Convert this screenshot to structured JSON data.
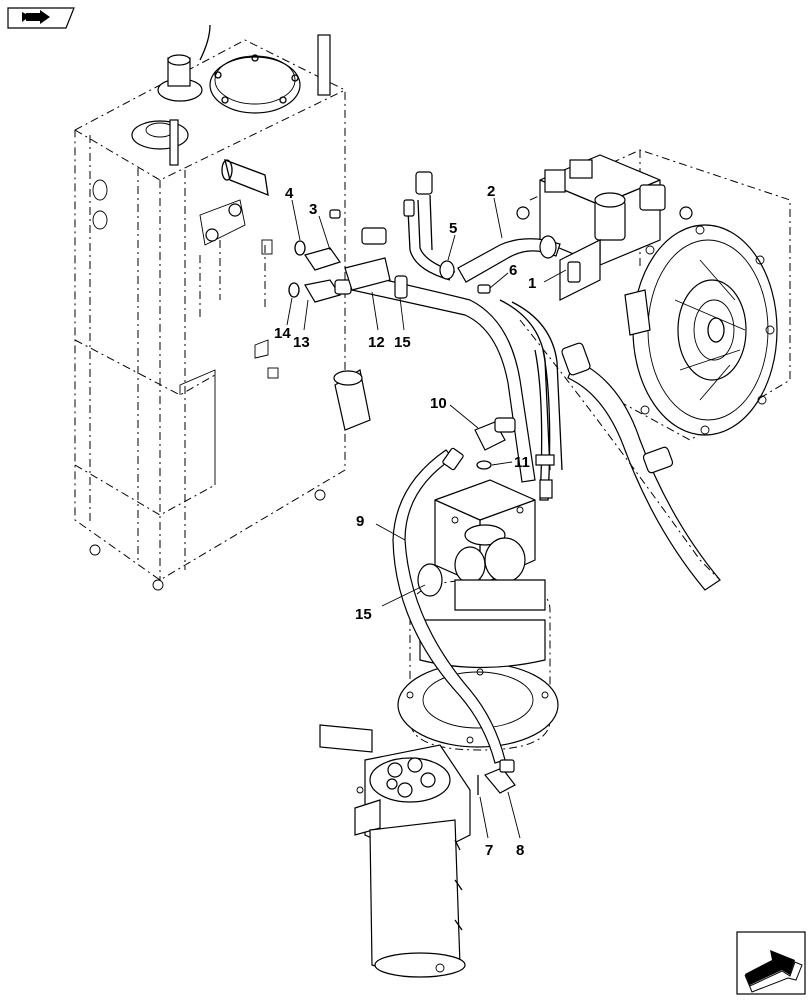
{
  "callouts": [
    {
      "id": "1",
      "text": "1"
    },
    {
      "id": "2",
      "text": "2"
    },
    {
      "id": "3",
      "text": "3"
    },
    {
      "id": "4",
      "text": "4"
    },
    {
      "id": "5",
      "text": "5"
    },
    {
      "id": "6",
      "text": "6"
    },
    {
      "id": "7",
      "text": "7"
    },
    {
      "id": "8",
      "text": "8"
    },
    {
      "id": "9",
      "text": "9"
    },
    {
      "id": "10",
      "text": "10"
    },
    {
      "id": "11",
      "text": "11"
    },
    {
      "id": "12",
      "text": "12"
    },
    {
      "id": "13",
      "text": "13"
    },
    {
      "id": "14",
      "text": "14"
    },
    {
      "id": "15a",
      "text": "15"
    },
    {
      "id": "15b",
      "text": "15"
    }
  ],
  "icons": {
    "top_left": "book-arrow-icon",
    "bottom_right": "next-page-arrow-icon"
  }
}
